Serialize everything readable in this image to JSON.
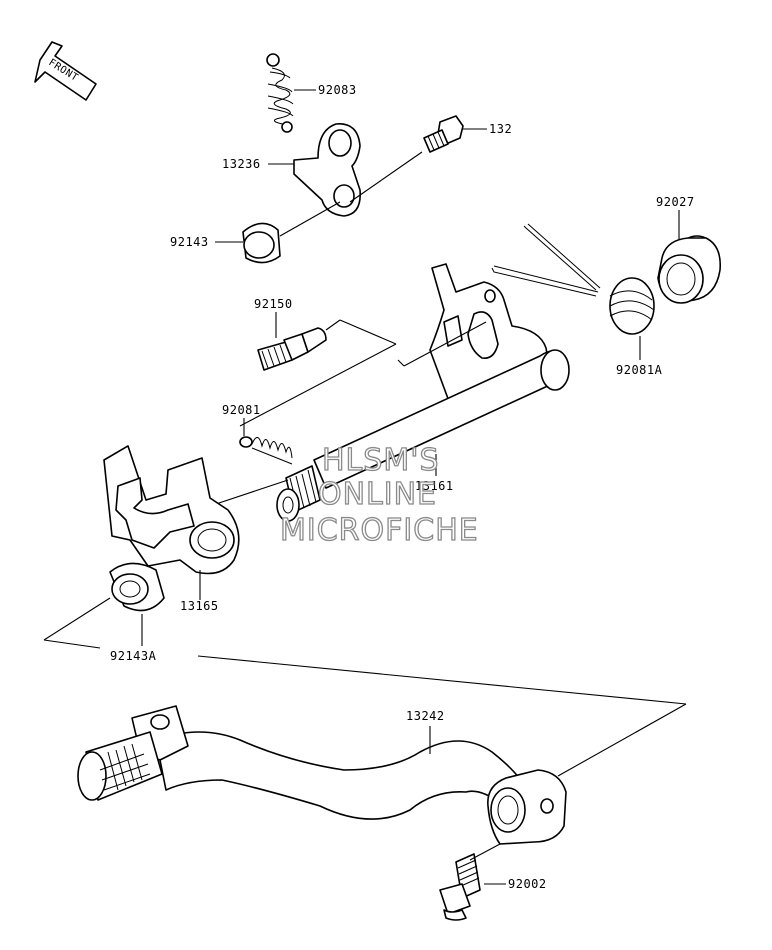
{
  "front_badge": "FRONT",
  "watermark": {
    "line1": "HLSM'S",
    "line2": "ONLINE",
    "line3": "MICROFICHE"
  },
  "labels": {
    "p92083": "92083",
    "p132": "132",
    "p13236": "13236",
    "p92143": "92143",
    "p92027": "92027",
    "p92150": "92150",
    "p92081A": "92081A",
    "p92081": "92081",
    "p13161": "13161",
    "p13165": "13165",
    "p92143A": "92143A",
    "p13242": "13242",
    "p92002": "92002"
  }
}
